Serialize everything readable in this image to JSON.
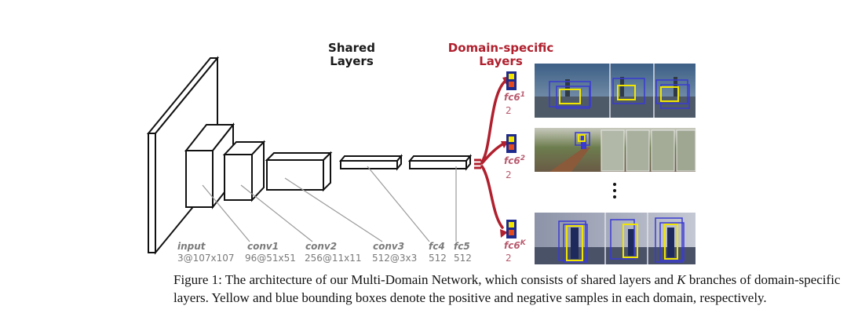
{
  "headers": {
    "shared_line1": "Shared",
    "shared_line2": "Layers",
    "domain_line1": "Domain-specific",
    "domain_line2": "Layers"
  },
  "layers": [
    {
      "name": "input",
      "dims": "3@107x107"
    },
    {
      "name": "conv1",
      "dims": "96@51x51"
    },
    {
      "name": "conv2",
      "dims": "256@11x11"
    },
    {
      "name": "conv3",
      "dims": "512@3x3"
    },
    {
      "name": "fc4",
      "dims": "512"
    },
    {
      "name": "fc5",
      "dims": "512"
    }
  ],
  "branches": [
    {
      "name": "fc6",
      "sup": "1",
      "dims": "2"
    },
    {
      "name": "fc6",
      "sup": "2",
      "dims": "2"
    },
    {
      "name": "fc6",
      "sup": "K",
      "dims": "2"
    }
  ],
  "caption": {
    "prefix": "Figure 1: The architecture of our Multi-Domain Network, which consists of shared layers and ",
    "k": "K",
    "suffix": " branches of domain-specific layers. Yellow and blue bounding boxes denote the positive and negative samples in each domain, respectively."
  },
  "colors": {
    "branch_red": "#b0202e",
    "positive_box": "#f2e600",
    "negative_box": "#3a3ad0",
    "unit_fill": "#e34b1f"
  }
}
